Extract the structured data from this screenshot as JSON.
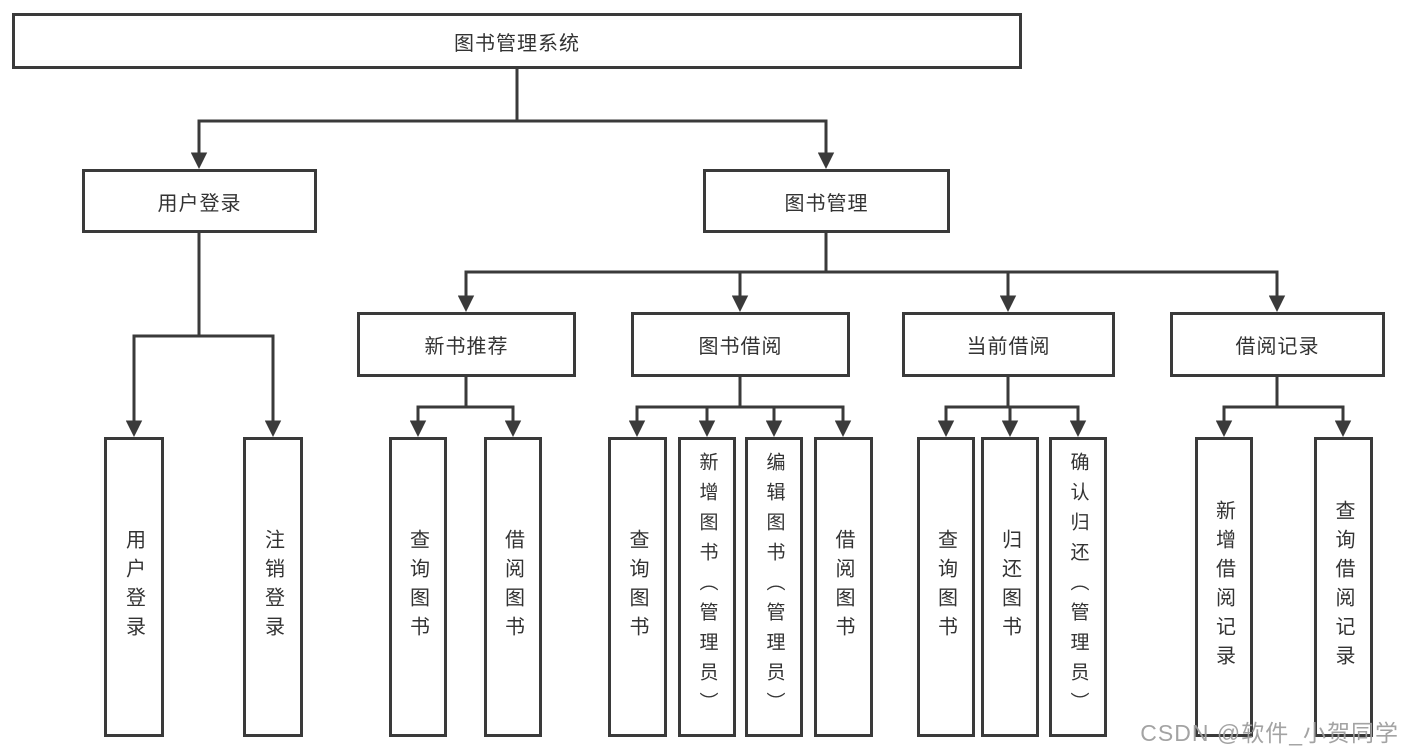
{
  "tree": {
    "root": {
      "label": "图书管理系统",
      "children": [
        {
          "label": "用户登录",
          "children": [
            {
              "label": "用户登录"
            },
            {
              "label": "注销登录"
            }
          ]
        },
        {
          "label": "图书管理",
          "children": [
            {
              "label": "新书推荐",
              "children": [
                {
                  "label": "查询图书"
                },
                {
                  "label": "借阅图书"
                }
              ]
            },
            {
              "label": "图书借阅",
              "children": [
                {
                  "label": "查询图书"
                },
                {
                  "label": "新增图书（管理员）"
                },
                {
                  "label": "编辑图书（管理员）"
                },
                {
                  "label": "借阅图书"
                }
              ]
            },
            {
              "label": "当前借阅",
              "children": [
                {
                  "label": "查询图书"
                },
                {
                  "label": "归还图书"
                },
                {
                  "label": "确认归还（管理员）"
                }
              ]
            },
            {
              "label": "借阅记录",
              "children": [
                {
                  "label": "新增借阅记录"
                },
                {
                  "label": "查询借阅记录"
                }
              ]
            }
          ]
        }
      ]
    }
  },
  "watermark": "CSDN @软件_小贺同学",
  "colors": {
    "line": "#3a3a3a",
    "text": "#333333",
    "watermark": "#9e9e9e",
    "background": "#ffffff"
  }
}
